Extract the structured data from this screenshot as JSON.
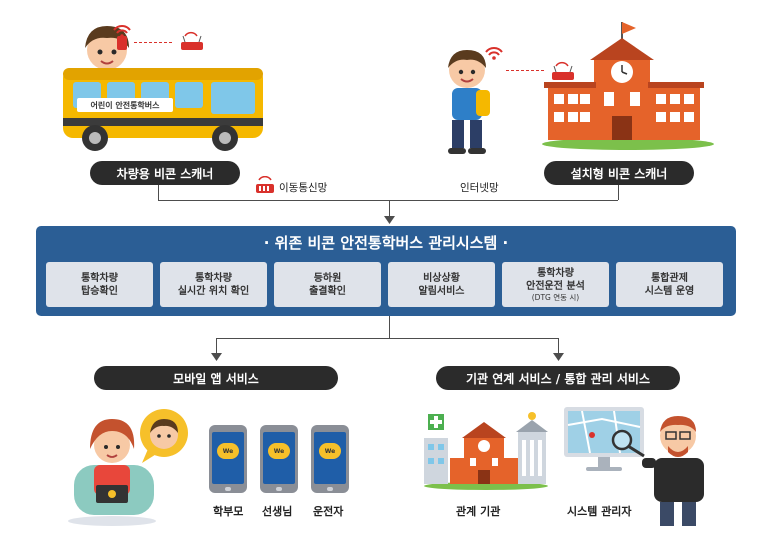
{
  "top": {
    "bus_sign": "어린이 안전통학버스",
    "vehicle_scanner": "차량용 비콘 스캐너",
    "installed_scanner": "설치형 비콘 스캐너",
    "mobile_network": "이동통신망",
    "internet_network": "인터넷망"
  },
  "system": {
    "title": "· 위존 비콘 안전통학버스 관리시스템 ·",
    "modules": [
      {
        "line1": "통학차량",
        "line2": "탑승확인",
        "sub": ""
      },
      {
        "line1": "통학차량",
        "line2": "실시간 위치 확인",
        "sub": ""
      },
      {
        "line1": "등하원",
        "line2": "출결확인",
        "sub": ""
      },
      {
        "line1": "비상상황",
        "line2": "알림서비스",
        "sub": ""
      },
      {
        "line1": "통학차량",
        "line2": "안전운전 분석",
        "sub": "(DTG 연동 시)"
      },
      {
        "line1": "통합관제",
        "line2": "시스템 운영",
        "sub": ""
      }
    ]
  },
  "services": {
    "mobile": "모바일 앱 서비스",
    "institution": "기관 연계 서비스 / 통합 관리 서비스"
  },
  "users": {
    "parent": "학부모",
    "teacher": "선생님",
    "driver": "운전자",
    "institution": "관계 기관",
    "admin": "시스템 관리자",
    "app_logo": "We"
  },
  "colors": {
    "system_bar": "#2b5e95",
    "module_bg": "#dfe3ea",
    "pill_bg": "#2b2b2b",
    "bus_yellow": "#f5b800",
    "school_orange": "#e5632a",
    "grass": "#7cc04b"
  }
}
